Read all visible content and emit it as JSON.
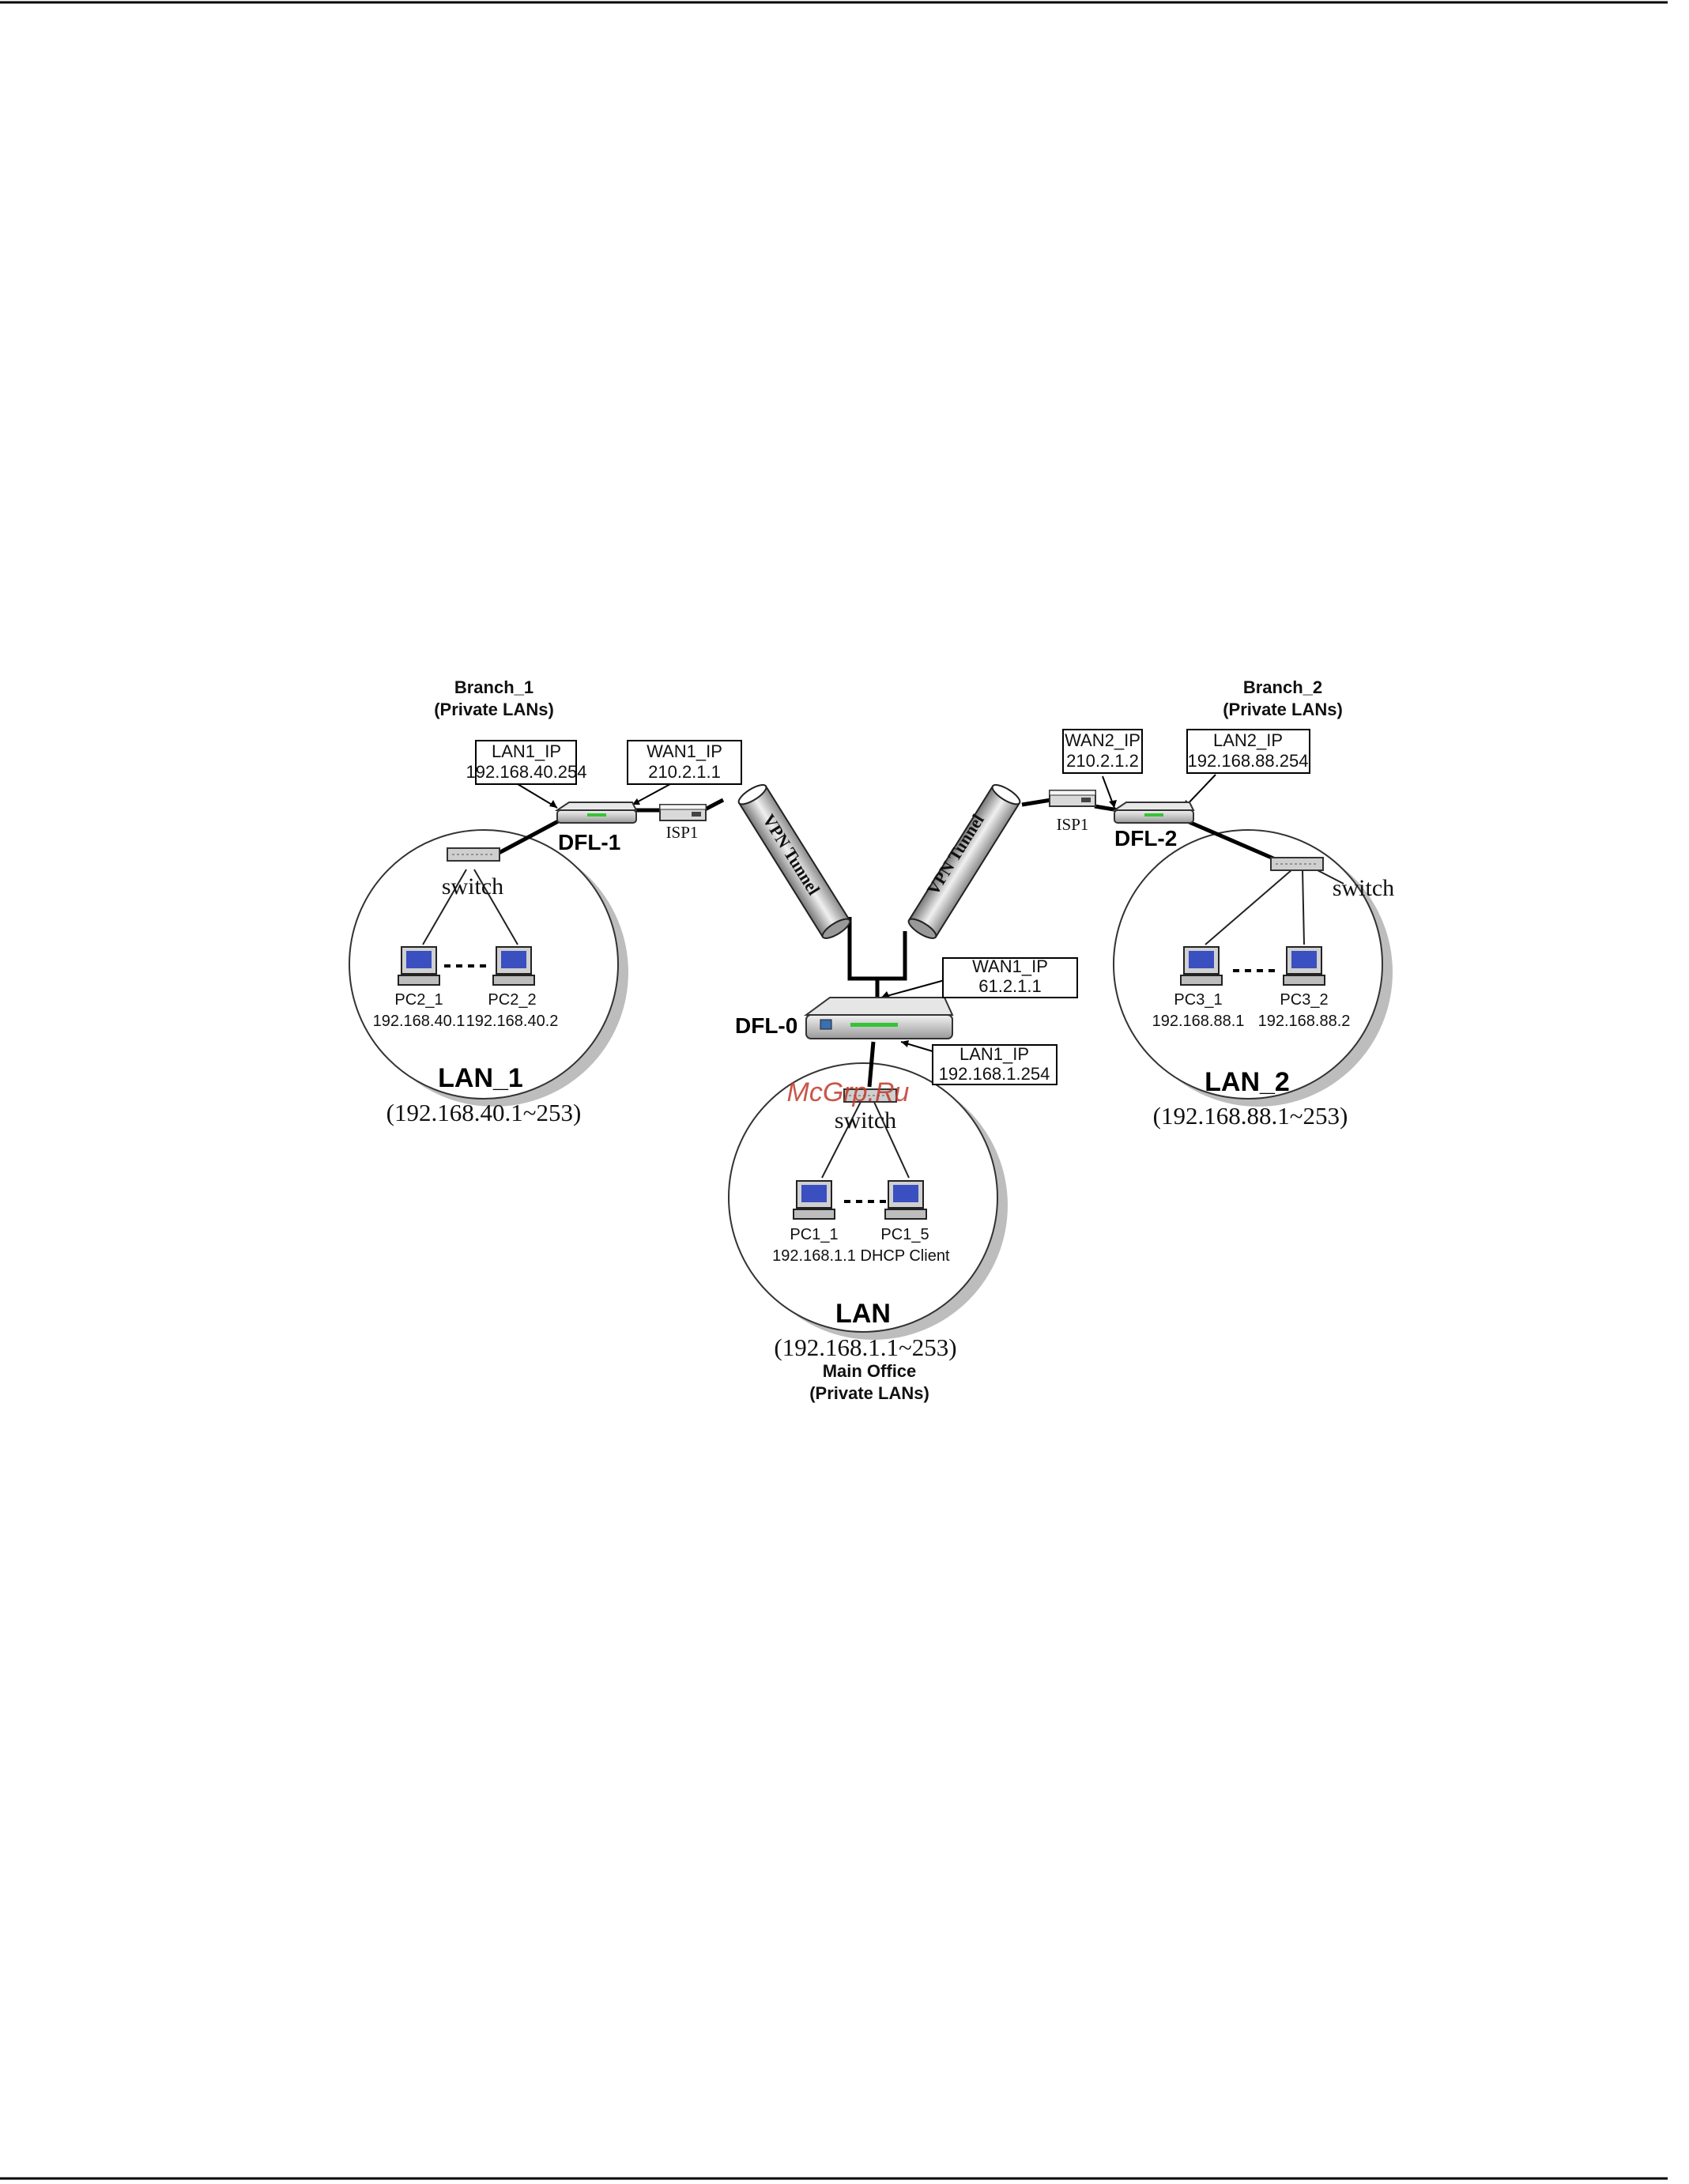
{
  "diagram": {
    "branch1": {
      "title": "Branch_1",
      "subtitle": "(Private LANs)",
      "lan_ip_box": {
        "label": "LAN1_IP",
        "value": "192.168.40.254"
      },
      "wan_ip_box": {
        "label": "WAN1_IP",
        "value": "210.2.1.1"
      },
      "device": "DFL-1",
      "isp": "ISP1",
      "switch": "switch",
      "pc_a": {
        "name": "PC2_1",
        "ip": "192.168.40.1"
      },
      "pc_b": {
        "name": "PC2_2",
        "ip": "192.168.40.2"
      },
      "lan_name": "LAN_1",
      "lan_range": "(192.168.40.1~253)"
    },
    "branch2": {
      "title": "Branch_2",
      "subtitle": "(Private LANs)",
      "wan_ip_box": {
        "label": "WAN2_IP",
        "value": "210.2.1.2"
      },
      "lan_ip_box": {
        "label": "LAN2_IP",
        "value": "192.168.88.254"
      },
      "device": "DFL-2",
      "isp": "ISP1",
      "switch": "switch",
      "pc_a": {
        "name": "PC3_1",
        "ip": "192.168.88.1"
      },
      "pc_b": {
        "name": "PC3_2",
        "ip": "192.168.88.2"
      },
      "lan_name": "LAN_2",
      "lan_range": "(192.168.88.1~253)"
    },
    "main": {
      "wan_ip_box": {
        "label": "WAN1_IP",
        "value": "61.2.1.1"
      },
      "lan_ip_box": {
        "label": "LAN1_IP",
        "value": "192.168.1.254"
      },
      "device": "DFL-0",
      "switch": "switch",
      "pc_a": {
        "name": "PC1_1",
        "ip": "192.168.1.1"
      },
      "pc_b": {
        "name": "PC1_5",
        "ip": "DHCP Client"
      },
      "lan_name": "LAN",
      "lan_range": "(192.168.1.1~253)",
      "title": "Main Office",
      "subtitle": "(Private LANs)"
    },
    "tunnel_left": "VPN Tunnel",
    "tunnel_right": "VPN Tunnel",
    "watermark": "McGrp.Ru"
  }
}
